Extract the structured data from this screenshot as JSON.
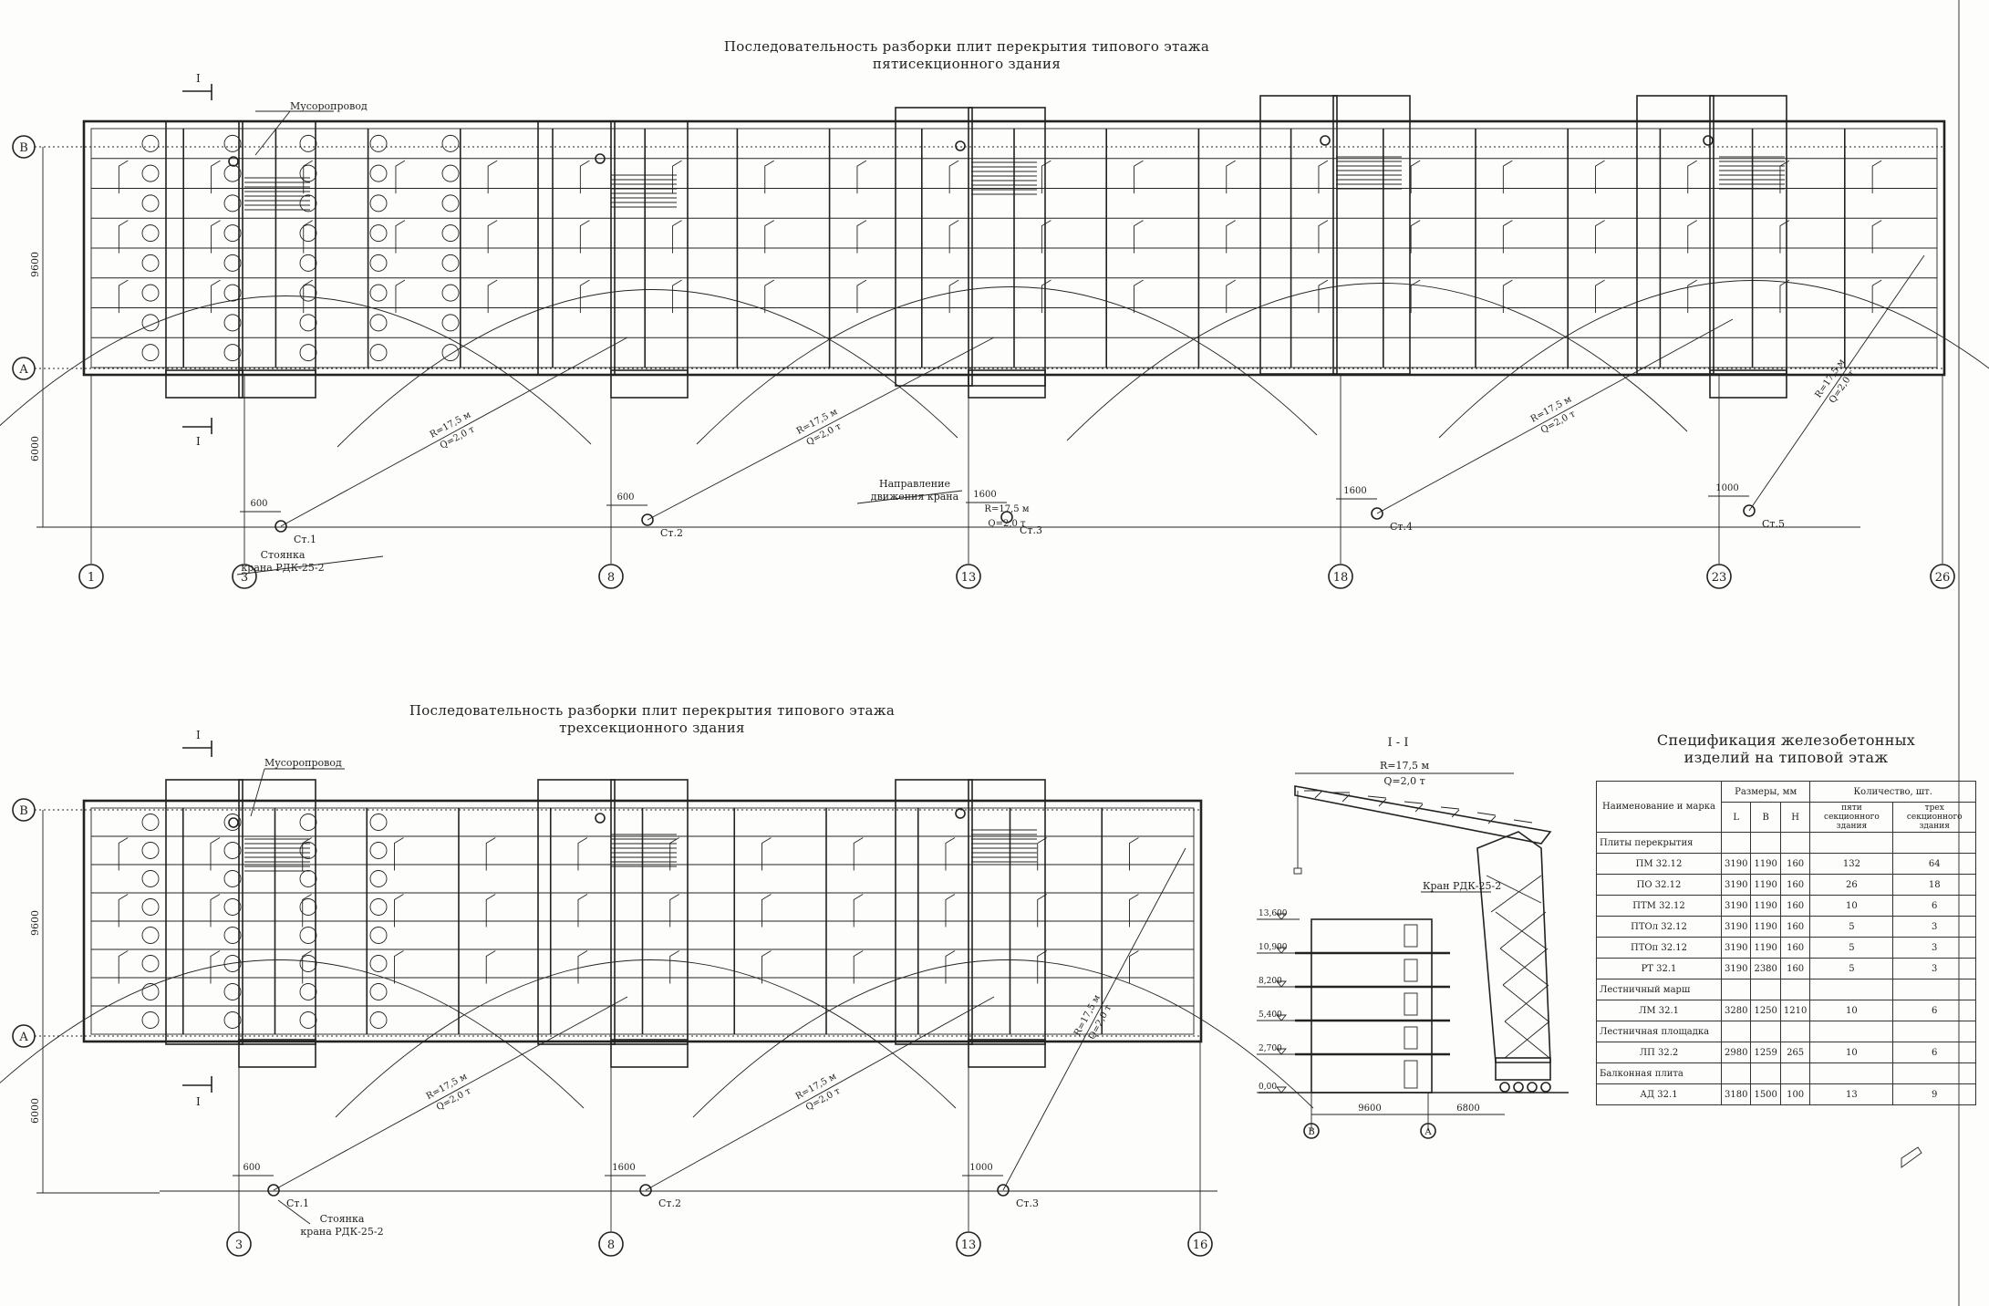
{
  "top_plan": {
    "title_line1": "Последовательность разборки плит перекрытия типового этажа",
    "title_line2": "пятисекционного здания",
    "axes_letters": [
      "В",
      "А"
    ],
    "axes_numbers": [
      "1",
      "3",
      "8",
      "13",
      "18",
      "23",
      "26"
    ],
    "dim_vertical": [
      "9600",
      "6000"
    ],
    "garbage_chute": "Мусоропровод",
    "section_mark": "I",
    "crane_stand_label_line1": "Стоянка",
    "crane_stand_label_line2": "крана РДК-25-2",
    "direction_label_line1": "Направление",
    "direction_label_line2": "движения крана",
    "stations": [
      {
        "label": "Ст.1",
        "offset": "600"
      },
      {
        "label": "Ст.2",
        "offset": "600"
      },
      {
        "label": "Ст.3",
        "offset": "1600"
      },
      {
        "label": "Ст.4",
        "offset": "1600"
      },
      {
        "label": "Ст.5",
        "offset": "1000"
      }
    ],
    "radius_label": "R=17,5 м",
    "load_label": "Q=2,0 т"
  },
  "bottom_plan": {
    "title_line1": "Последовательность разборки плит перекрытия типового этажа",
    "title_line2": "трехсекционного здания",
    "axes_letters": [
      "В",
      "А"
    ],
    "axes_numbers": [
      "3",
      "8",
      "13",
      "16"
    ],
    "dim_vertical": [
      "9600",
      "6000"
    ],
    "garbage_chute": "Мусоропровод",
    "section_mark": "I",
    "crane_stand_label_line1": "Стоянка",
    "crane_stand_label_line2": "крана РДК-25-2",
    "stations": [
      {
        "label": "Ст.1",
        "offset": "600"
      },
      {
        "label": "Ст.2",
        "offset": "1600"
      },
      {
        "label": "Ст.3",
        "offset": "1000"
      }
    ],
    "radius_label": "R=17,5 м",
    "load_label": "Q=2,0 т"
  },
  "slab_marks": [
    "ПМ 32.12",
    "ПО 32.12",
    "ПТМ 32.12",
    "ПТОл 32.12",
    "ПТОп 32.12",
    "РТ 32.1",
    "АД 32.1"
  ],
  "section_view": {
    "title": "I - I",
    "radius": "R=17,5 м",
    "load": "Q=2,0 т",
    "crane": "Кран РДК-25-2",
    "levels": [
      "13,600",
      "10,900",
      "8,200",
      "5,400",
      "2,700",
      "0,00"
    ],
    "dims": [
      "9600",
      "6800"
    ],
    "axes": [
      "В",
      "А"
    ]
  },
  "spec_table": {
    "title_line1": "Спецификация железобетонных",
    "title_line2": "изделий на типовой этаж",
    "h_name": "Наименование и марка",
    "h_dims": "Размеры, мм",
    "h_qty": "Количество, шт.",
    "h_l": "L",
    "h_b": "B",
    "h_h": "H",
    "h_five": "пяти секционного здания",
    "h_three": "трех секционного здания",
    "rows": [
      {
        "kind": "group",
        "name": "Плиты перекрытия"
      },
      {
        "kind": "item",
        "name": "ПМ 32.12",
        "l": "3190",
        "b": "1190",
        "h": "160",
        "five": "132",
        "three": "64"
      },
      {
        "kind": "item",
        "name": "ПО 32.12",
        "l": "3190",
        "b": "1190",
        "h": "160",
        "five": "26",
        "three": "18"
      },
      {
        "kind": "item",
        "name": "ПТМ 32.12",
        "l": "3190",
        "b": "1190",
        "h": "160",
        "five": "10",
        "three": "6"
      },
      {
        "kind": "item",
        "name": "ПТОл 32.12",
        "l": "3190",
        "b": "1190",
        "h": "160",
        "five": "5",
        "three": "3"
      },
      {
        "kind": "item",
        "name": "ПТОп 32.12",
        "l": "3190",
        "b": "1190",
        "h": "160",
        "five": "5",
        "three": "3"
      },
      {
        "kind": "item",
        "name": "РТ 32.1",
        "l": "3190",
        "b": "2380",
        "h": "160",
        "five": "5",
        "three": "3"
      },
      {
        "kind": "group",
        "name": "Лестничный марш"
      },
      {
        "kind": "item",
        "name": "ЛМ 32.1",
        "l": "3280",
        "b": "1250",
        "h": "1210",
        "five": "10",
        "three": "6"
      },
      {
        "kind": "group",
        "name": "Лестничная площадка"
      },
      {
        "kind": "item",
        "name": "ЛП 32.2",
        "l": "2980",
        "b": "1259",
        "h": "265",
        "five": "10",
        "three": "6"
      },
      {
        "kind": "group",
        "name": "Балконная плита"
      },
      {
        "kind": "item",
        "name": "АД 32.1",
        "l": "3180",
        "b": "1500",
        "h": "100",
        "five": "13",
        "three": "9"
      }
    ]
  }
}
